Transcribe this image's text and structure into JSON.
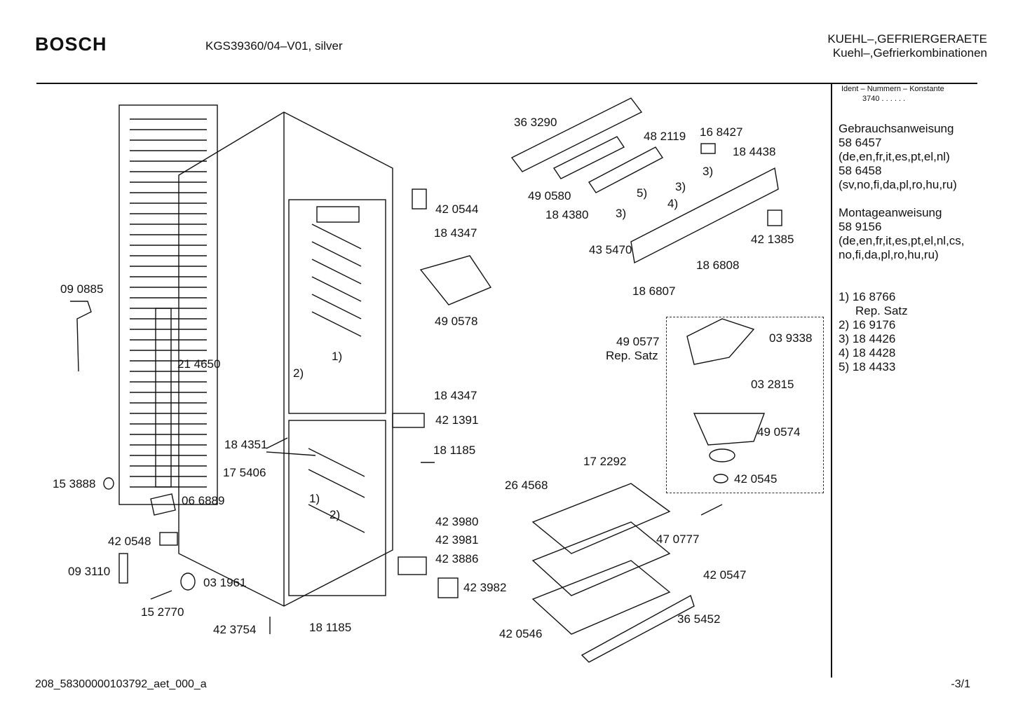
{
  "header": {
    "brand": "BOSCH",
    "model": "KGS39360/04–V01, silver",
    "category_line1": "KUEHL–,GEFRIERGERAETE",
    "category_line2": "Kuehl–,Gefrierkombinationen"
  },
  "sidebar": {
    "ident_label": "Ident – Nummern – Konstante",
    "ident_value": "3740 . . . . . .",
    "manual_title": "Gebrauchsanweisung",
    "manual_1_number": "58 6457",
    "manual_1_langs": "(de,en,fr,it,es,pt,el,nl)",
    "manual_2_number": "58 6458",
    "manual_2_langs": "(sv,no,fi,da,pl,ro,hu,ru)",
    "install_title": "Montageanweisung",
    "install_number": "58 9156",
    "install_langs_1": "(de,en,fr,it,es,pt,el,nl,cs,",
    "install_langs_2": "no,fi,da,pl,ro,hu,ru)",
    "notes": [
      {
        "key": "1)",
        "value": "16 8766"
      },
      {
        "key": "",
        "value": "Rep. Satz"
      },
      {
        "key": "2)",
        "value": "16 9176"
      },
      {
        "key": "3)",
        "value": "18 4426"
      },
      {
        "key": "4)",
        "value": "18 4428"
      },
      {
        "key": "5)",
        "value": "18 4433"
      }
    ]
  },
  "footer": {
    "doc_id": "208_58300000103792_aet_000_a",
    "page": "-3/1"
  },
  "parts": [
    "36 3290",
    "48 2119",
    "16 8427",
    "18 4438",
    "49 0580",
    "18 4380",
    "43 5470",
    "18 6808",
    "18 6807",
    "42 1385",
    "42 0544",
    "18 4347",
    "49 0578",
    "09 0885",
    "21 4650",
    "49 0577",
    "Rep. Satz",
    "03 9338",
    "03 2815",
    "49 0574",
    "42 0545",
    "18 4347",
    "42 1391",
    "18 1185",
    "18 4351",
    "17 5406",
    "15 3888",
    "06 6889",
    "42 0548",
    "09 3110",
    "03 1961",
    "15 2770",
    "42 3754",
    "18 1185",
    "42 3980",
    "42 3981",
    "42 3886",
    "42 3982",
    "17 2292",
    "26 4568",
    "47 0777",
    "42 0547",
    "36 5452",
    "42 0546"
  ],
  "refs": [
    "1)",
    "2)",
    "1)",
    "2)",
    "3)",
    "3)",
    "5)",
    "4)",
    "3)"
  ],
  "colors": {
    "ink": "#111111",
    "background": "#ffffff"
  }
}
